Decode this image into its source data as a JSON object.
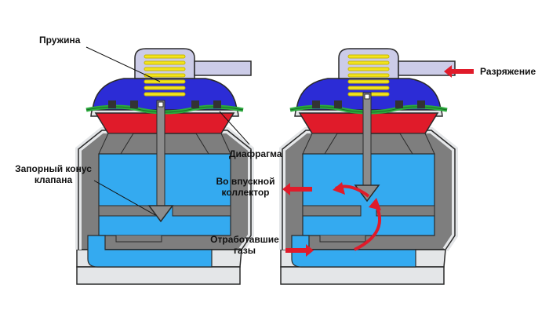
{
  "diagram": {
    "labels": {
      "spring": "Пружина",
      "cone_line1": "Запорный конус",
      "cone_line2": "клапана",
      "diaphragm": "Диафрагма",
      "vacuum": "Разряжение",
      "intake_line1": "Во впускной",
      "intake_line2": "коллектор",
      "exhaust_line1": "Отработавшие",
      "exhaust_line2": "газы"
    },
    "colors": {
      "housing_fill": "#e4e6e8",
      "housing_stroke": "#2a2a2a",
      "housing_section": "#7e7e7e",
      "cap_fill": "#cccce8",
      "spring": "#f3e41c",
      "vacuum_chamber": "#2c2cd6",
      "diaphragm": "#2bab3d",
      "lower_chamber": "#e01b2a",
      "gas": "#34aaf0",
      "stem": "#8c8c8c",
      "arrow": "#e01b2a",
      "leader": "#111111"
    },
    "states": [
      "closed",
      "open"
    ]
  }
}
